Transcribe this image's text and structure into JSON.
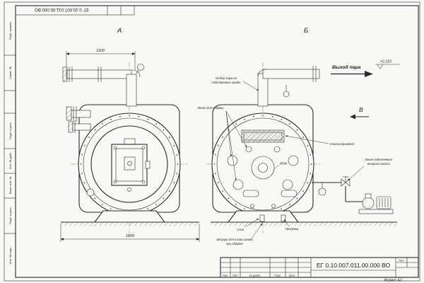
{
  "sheet": {
    "stamp_code": "ЕГ 0.10.007.011.00.000 ВО",
    "format": "Формат А3",
    "side_labels": [
      "Перв. примен.",
      "Справ. №",
      "Подп. и дата",
      "Инв. № дубл.",
      "Взам. инв. №",
      "Подп. и дата",
      "Инв. № подл."
    ]
  },
  "title_block": {
    "code": "ЕГ 0.10.007.011.00.000 ВО",
    "cols": {
      "izm": "Изм.",
      "list": "Лист",
      "doc": "№ докум.",
      "sign": "Подп.",
      "date": "Дата"
    },
    "sheet_label": "Лист"
  },
  "views": {
    "a": "А",
    "b": "Б",
    "v": "В"
  },
  "labels": {
    "steam_outlet": "Выход пара",
    "elevation": "+2,310",
    "own_needs_1": "Отбор пара на",
    "own_needs_2": "собственные нужды",
    "hatches": "Лючки для обдувки",
    "explosion_valve": "Клапан взрывной",
    "pump_line_1": "Линия подключения",
    "pump_line_2": "второго насоса",
    "drain": "Слив",
    "blowdown": "Продувка",
    "sludge_1": "Штуцер для слива шлама",
    "sludge_2": "при обдувке"
  },
  "dims": {
    "top_width": "1100",
    "base_width": "1800",
    "hub_dia": "Ø500"
  }
}
